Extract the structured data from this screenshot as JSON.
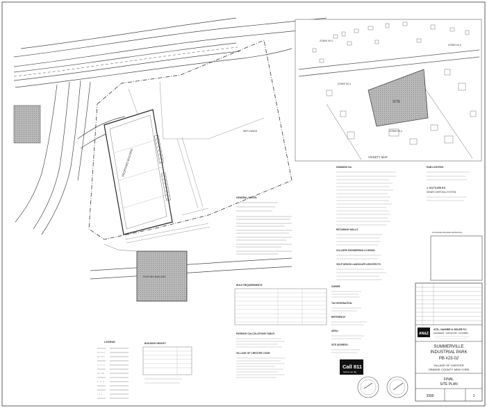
{
  "plan": {
    "wetlands_label": "WETLANDS",
    "building_label": "PROPOSED BUILDING",
    "existing_building_label": "EXISTING BUILDING"
  },
  "vicinity": {
    "title": "VICINITY MAP",
    "site_label": "SITE",
    "zones": [
      "ZONE M-1",
      "ZONE M-2",
      "ZONE M-1",
      "ZONE M-1"
    ]
  },
  "notes": {
    "general_notes_title": "GENERAL NOTES:",
    "bulk_requirements_title": "BULK REQUIREMENTS",
    "parking_title": "PARKING CALCULATIONS TABLE:",
    "village_code_title": "VILLAGE OF CHESTER CODE:",
    "building_height_title": "BUILDING HEIGHT:",
    "legend_title": "LEGEND",
    "drawing_no_title": "DRAWING No.",
    "retaining_walls_title": "RETAINING WALLS",
    "rab_lighting_title": "RAB LIGHTING",
    "gottlieb_title": "J. GOTTLIEB P.E.",
    "sewer_title": "SEWER DISPOSAL SYSTEM",
    "colliers_title": "COLLIERS ENGINEERING & DESIGN",
    "vdcp_title": "VDCP DESIGN LANDSCAPE ARCHITECTS",
    "owner_title": "OWNER:",
    "tax_title": "TAX DESIGNATION:",
    "reference_title": "REFERENCE:",
    "area_title": "AREA:",
    "site_address_title": "SITE ADDRESS:",
    "planning_approval": "PLANNING BOARD APPROVAL"
  },
  "title_block": {
    "firm_logo": "AN&Z",
    "firm_name": "ATZL, NASHER & ZIGLER P.C.",
    "firm_sub": "ENGINEERS · SURVEYORS · PLANNERS",
    "project_line1": "SUMMERVILLE",
    "project_line2": "INDUSTRIAL PARK",
    "project_line3": "PB #23-02",
    "location_line1": "VILLAGE OF CHESTER",
    "location_line2": "ORANGE COUNTY, NEW YORK",
    "title_line1": "FINAL",
    "title_line2": "SITE PLAN",
    "sheet_number": "3390",
    "sheet_index": "1",
    "call811": "Call 811",
    "call811_sub": "before you dig"
  },
  "colors": {
    "ink": "#222222",
    "hatch": "#9a9a9a",
    "paper": "#ffffff"
  }
}
